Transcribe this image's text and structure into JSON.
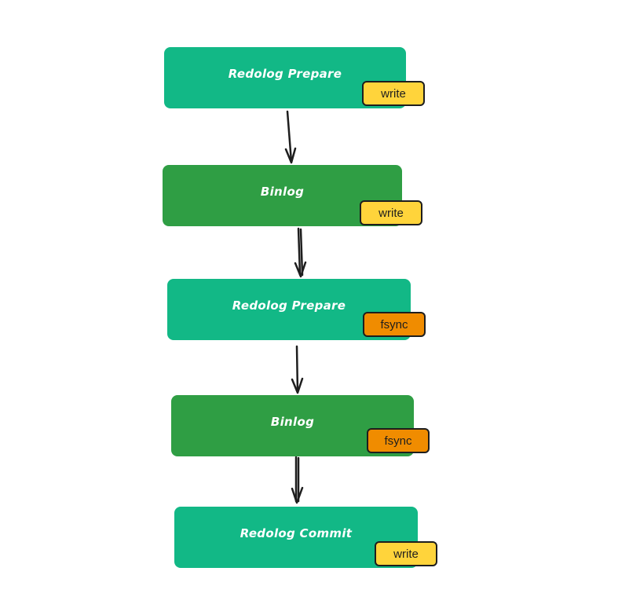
{
  "steps": [
    {
      "title": "Redolog Prepare",
      "action": "write",
      "fill": "#12b886",
      "badge_color": "#ffd43b"
    },
    {
      "title": "Binlog",
      "action": "write",
      "fill": "#2f9e44",
      "badge_color": "#ffd43b"
    },
    {
      "title": "Redolog Prepare",
      "action": "fsync",
      "fill": "#12b886",
      "badge_color": "#f08c00"
    },
    {
      "title": "Binlog",
      "action": "fsync",
      "fill": "#2f9e44",
      "badge_color": "#f08c00"
    },
    {
      "title": "Redolog Commit",
      "action": "write",
      "fill": "#12b886",
      "badge_color": "#ffd43b"
    }
  ],
  "arrow_color": "#1e1e1e"
}
